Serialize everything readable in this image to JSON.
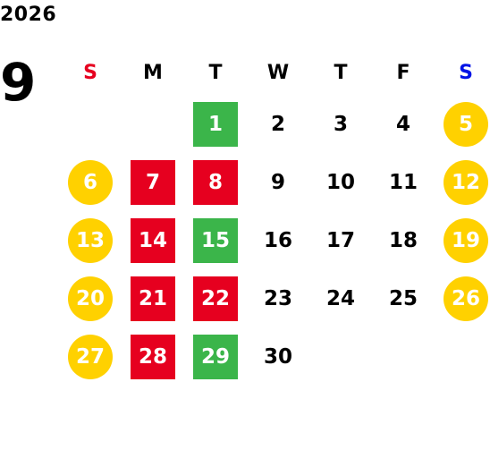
{
  "year": "2026",
  "month": "9",
  "colors": {
    "sunday_label": "#e6001f",
    "saturday_label": "#0014e6",
    "holiday_box": "#e6001f",
    "event_box": "#3bb54a",
    "weekend_circle": "#ffd100"
  },
  "weekdays": [
    {
      "label": "S",
      "kind": "sunday"
    },
    {
      "label": "M",
      "kind": "weekday"
    },
    {
      "label": "T",
      "kind": "weekday"
    },
    {
      "label": "W",
      "kind": "weekday"
    },
    {
      "label": "T",
      "kind": "weekday"
    },
    {
      "label": "F",
      "kind": "weekday"
    },
    {
      "label": "S",
      "kind": "saturday"
    }
  ],
  "weeks": [
    [
      {
        "day": "",
        "style": "empty"
      },
      {
        "day": "",
        "style": "empty"
      },
      {
        "day": "1",
        "style": "event"
      },
      {
        "day": "2",
        "style": "plain"
      },
      {
        "day": "3",
        "style": "plain"
      },
      {
        "day": "4",
        "style": "plain"
      },
      {
        "day": "5",
        "style": "weekend"
      }
    ],
    [
      {
        "day": "6",
        "style": "weekend"
      },
      {
        "day": "7",
        "style": "holiday"
      },
      {
        "day": "8",
        "style": "holiday"
      },
      {
        "day": "9",
        "style": "plain"
      },
      {
        "day": "10",
        "style": "plain"
      },
      {
        "day": "11",
        "style": "plain"
      },
      {
        "day": "12",
        "style": "weekend"
      }
    ],
    [
      {
        "day": "13",
        "style": "weekend"
      },
      {
        "day": "14",
        "style": "holiday"
      },
      {
        "day": "15",
        "style": "event"
      },
      {
        "day": "16",
        "style": "plain"
      },
      {
        "day": "17",
        "style": "plain"
      },
      {
        "day": "18",
        "style": "plain"
      },
      {
        "day": "19",
        "style": "weekend"
      }
    ],
    [
      {
        "day": "20",
        "style": "weekend"
      },
      {
        "day": "21",
        "style": "holiday"
      },
      {
        "day": "22",
        "style": "holiday"
      },
      {
        "day": "23",
        "style": "plain"
      },
      {
        "day": "24",
        "style": "plain"
      },
      {
        "day": "25",
        "style": "plain"
      },
      {
        "day": "26",
        "style": "weekend"
      }
    ],
    [
      {
        "day": "27",
        "style": "weekend"
      },
      {
        "day": "28",
        "style": "holiday"
      },
      {
        "day": "29",
        "style": "event"
      },
      {
        "day": "30",
        "style": "plain"
      },
      {
        "day": "",
        "style": "empty"
      },
      {
        "day": "",
        "style": "empty"
      },
      {
        "day": "",
        "style": "empty"
      }
    ]
  ]
}
